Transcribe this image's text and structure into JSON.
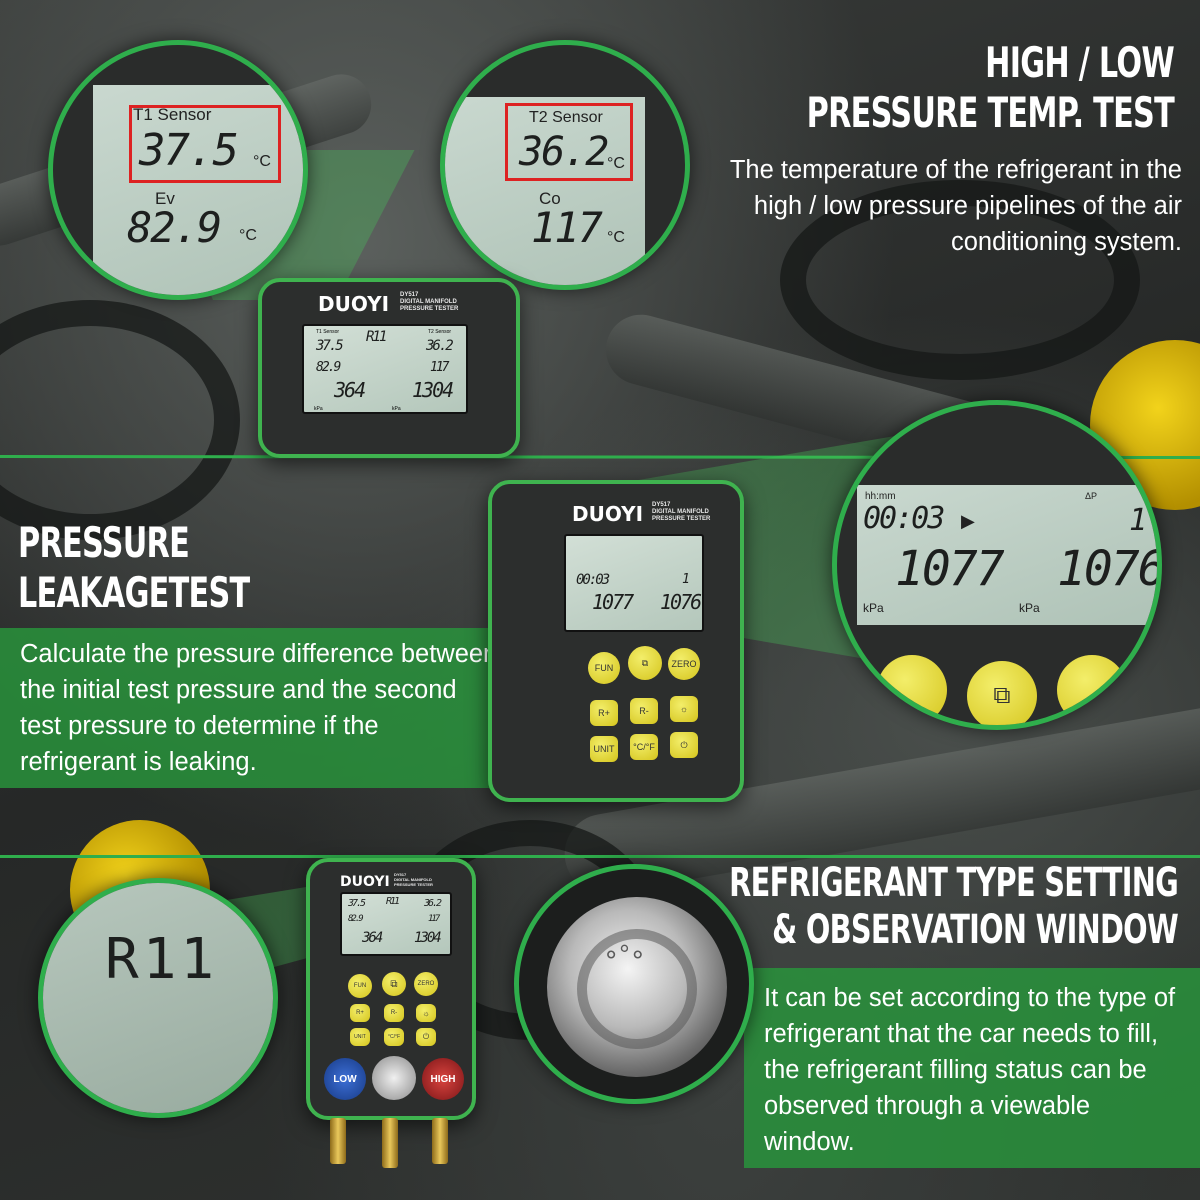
{
  "section_top": {
    "title_line1": "HIGH / LOW",
    "title_line2": "PRESSURE TEMP. TEST",
    "description": "The temperature of the refrigerant in the high / low pressure pipelines of the air conditioning system."
  },
  "section_middle": {
    "title_line1": "PRESSURE",
    "title_line2": "LEAKAGETEST",
    "description": "Calculate the pressure difference between the initial test pressure and the second test pressure to determine if the refrigerant is leaking."
  },
  "section_bottom": {
    "title_line1": "REFRIGERANT TYPE SETTING",
    "title_line2": "& OBSERVATION WINDOW",
    "description": "It can be set according to the type of refrigerant that the car needs to fill, the refrigerant filling status can be observed through a viewable window."
  },
  "device": {
    "brand": "DUOYI",
    "model": "DY517",
    "subtitle_line1": "DIGITAL MANIFOLD",
    "subtitle_line2": "PRESSURE TESTER",
    "buttons": [
      "FUN",
      "ZERO",
      "R+",
      "R-",
      "UNIT",
      "°C/°F"
    ],
    "knob_low": "LOW",
    "knob_high": "HIGH"
  },
  "lens_t1": {
    "label": "T1 Sensor",
    "temp": "37.5",
    "temp_unit": "°C",
    "sub_label": "Ev",
    "sub_temp": "82.9",
    "sub_unit": "°C"
  },
  "lens_t2": {
    "label": "T2 Sensor",
    "temp": "36.2",
    "temp_unit": "°C",
    "sub_label": "Co",
    "sub_temp": "117",
    "sub_unit": "°C"
  },
  "lens_leak": {
    "time_label": "hh:mm",
    "time": "00:03",
    "delta_label": "ΔP",
    "delta": "1",
    "pressure1": "1077",
    "pressure2": "1076",
    "unit1": "kPa",
    "unit2": "kPa"
  },
  "lens_refrigerant": {
    "type": "R11"
  },
  "device_top_lcd": {
    "t1_label": "T1 Sensor",
    "t2_label": "T2 Sensor",
    "ref": "R11",
    "t1": "37.5",
    "t2": "36.2",
    "ev": "82.9",
    "co": "117",
    "p1": "364",
    "p2": "1304",
    "unit": "kPa"
  },
  "colors": {
    "accent_green": "#2fae4c",
    "lcd_bg": "#c3d3c9",
    "button_yellow": "#e6da35",
    "knob_low": "#1f4fb0",
    "knob_high": "#b4262a"
  }
}
